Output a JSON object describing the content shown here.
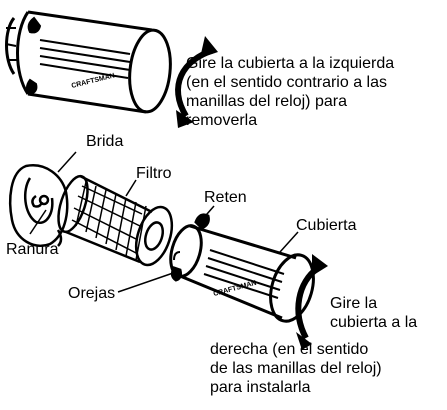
{
  "instructions": {
    "remove": "Gire la cubierta a la izquierda\n(en el sentido contrario a las\nmanillas del reloj) para\nremoverla",
    "install_part1": "Gire la\ncubierta a la",
    "install_part2": "derecha (en el sentido\nde las manillas del reloj)\npara instalarla"
  },
  "labels": {
    "brida": "Brida",
    "filtro": "Filtro",
    "reten": "Reten",
    "cubierta": "Cubierta",
    "ranura": "Ranura",
    "orejas": "Orejas"
  },
  "cover_brand": "CRAFTSMAN",
  "icons": {
    "remove_arrow": "counterclockwise-arrow-icon",
    "install_arrow": "clockwise-arrow-icon"
  }
}
